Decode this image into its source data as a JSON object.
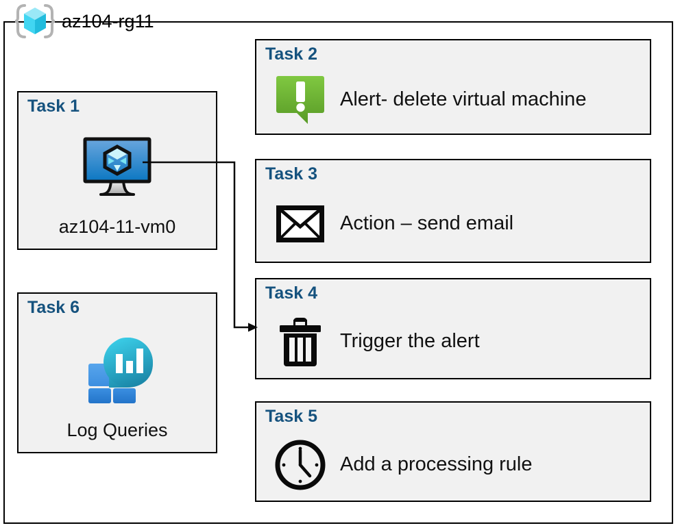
{
  "resource_group": {
    "icon": "resource-group-cube-icon",
    "name": "az104-rg11"
  },
  "colors": {
    "task_label": "#15527e",
    "box_fill": "#f1f1f1",
    "box_border": "#000000",
    "alert_green_light": "#7dc242",
    "alert_green_dark": "#5a9c27",
    "vm_blue_light": "#5b9bd5",
    "vm_blue_dark": "#0b77c2",
    "log_tile_blue": "#2b7dd4",
    "log_tile_blue_light": "#4a9ae8",
    "log_circle_cyan": "#32c5e8",
    "log_circle_teal": "#1a8aaa",
    "rg_icon_cyan": "#41d6f2",
    "rg_icon_bracket": "#b3b3b3"
  },
  "tasks": [
    {
      "id": "task1",
      "label": "Task 1",
      "icon": "virtual-machine-icon",
      "caption": "az104-11-vm0",
      "layout": "vertical"
    },
    {
      "id": "task2",
      "label": "Task 2",
      "icon": "alert-callout-icon",
      "caption": "Alert- delete virtual machine",
      "layout": "horizontal"
    },
    {
      "id": "task3",
      "label": "Task 3",
      "icon": "envelope-icon",
      "caption": "Action – send email",
      "layout": "horizontal"
    },
    {
      "id": "task4",
      "label": "Task 4",
      "icon": "trash-can-icon",
      "caption": "Trigger the alert",
      "layout": "horizontal"
    },
    {
      "id": "task5",
      "label": "Task 5",
      "icon": "clock-icon",
      "caption": "Add a processing rule",
      "layout": "horizontal"
    },
    {
      "id": "task6",
      "label": "Task 6",
      "icon": "log-analytics-icon",
      "caption": "Log Queries",
      "layout": "vertical"
    }
  ],
  "connector": {
    "name": "vm-to-trigger-connector",
    "from": "task1-virtual-machine-icon",
    "to": "task4-trigger-the-alert",
    "arrow": "arrowhead-right"
  }
}
